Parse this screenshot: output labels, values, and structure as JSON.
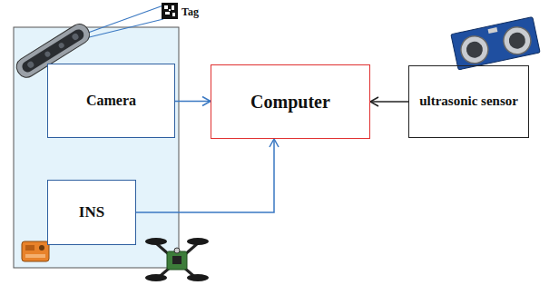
{
  "diagram": {
    "nodes": [
      {
        "text": [
          "Camera"
        ]
      },
      {
        "text": [
          "Computer"
        ]
      },
      {
        "text": [
          "ultrasonic sensor"
        ]
      },
      {
        "text": [
          "INS"
        ]
      }
    ],
    "edges": [
      {
        "from": 0,
        "to": 1,
        "arrow": "to"
      },
      {
        "from": 2,
        "to": 1,
        "arrow": "to"
      },
      {
        "from": 3,
        "to": 1,
        "arrow": "to"
      }
    ],
    "labels": [
      "Tag"
    ]
  }
}
